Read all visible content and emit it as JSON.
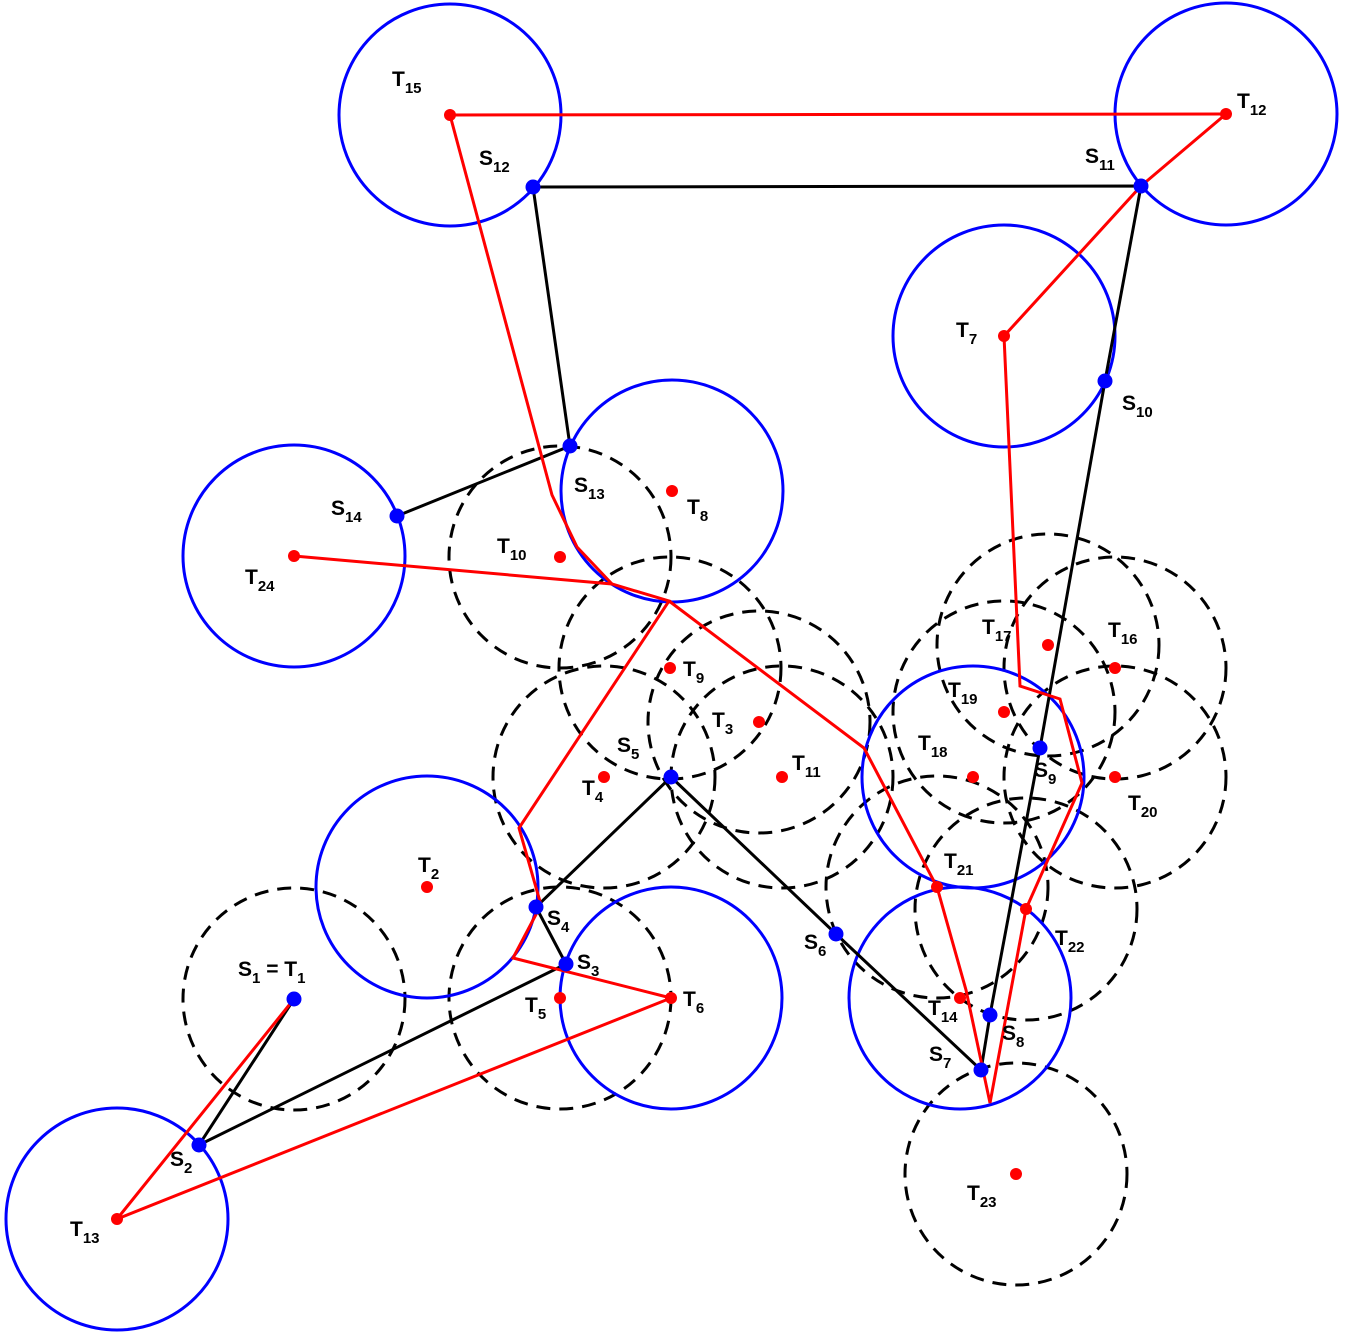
{
  "colors": {
    "target": "#ff0000",
    "sensor": "#0000ff",
    "black_path": "#000000",
    "red_path": "#ff0000",
    "solid_circle": "#0000ff",
    "dashed_circle": "#000000"
  },
  "targets": [
    {
      "id": "T1",
      "name": "T",
      "sub": "1"
    },
    {
      "id": "T2",
      "name": "T",
      "sub": "2"
    },
    {
      "id": "T3",
      "name": "T",
      "sub": "3"
    },
    {
      "id": "T4",
      "name": "T",
      "sub": "4"
    },
    {
      "id": "T5",
      "name": "T",
      "sub": "5"
    },
    {
      "id": "T6",
      "name": "T",
      "sub": "6"
    },
    {
      "id": "T7",
      "name": "T",
      "sub": "7"
    },
    {
      "id": "T8",
      "name": "T",
      "sub": "8"
    },
    {
      "id": "T9",
      "name": "T",
      "sub": "9"
    },
    {
      "id": "T10",
      "name": "T",
      "sub": "10"
    },
    {
      "id": "T11",
      "name": "T",
      "sub": "11"
    },
    {
      "id": "T12",
      "name": "T",
      "sub": "12"
    },
    {
      "id": "T13",
      "name": "T",
      "sub": "13"
    },
    {
      "id": "T14",
      "name": "T",
      "sub": "14"
    },
    {
      "id": "T15",
      "name": "T",
      "sub": "15"
    },
    {
      "id": "T16",
      "name": "T",
      "sub": "16"
    },
    {
      "id": "T17",
      "name": "T",
      "sub": "17"
    },
    {
      "id": "T18",
      "name": "T",
      "sub": "18"
    },
    {
      "id": "T19",
      "name": "T",
      "sub": "19"
    },
    {
      "id": "T20",
      "name": "T",
      "sub": "20"
    },
    {
      "id": "T21",
      "name": "T",
      "sub": "21"
    },
    {
      "id": "T22",
      "name": "T",
      "sub": "22"
    },
    {
      "id": "T23",
      "name": "T",
      "sub": "23"
    },
    {
      "id": "T24",
      "name": "T",
      "sub": "24"
    }
  ],
  "sensors": [
    {
      "id": "S1",
      "name": "S",
      "sub": "1",
      "combined_label": "S1 = T1"
    },
    {
      "id": "S2",
      "name": "S",
      "sub": "2"
    },
    {
      "id": "S3",
      "name": "S",
      "sub": "3"
    },
    {
      "id": "S4",
      "name": "S",
      "sub": "4"
    },
    {
      "id": "S5",
      "name": "S",
      "sub": "5"
    },
    {
      "id": "S6",
      "name": "S",
      "sub": "6"
    },
    {
      "id": "S7",
      "name": "S",
      "sub": "7"
    },
    {
      "id": "S8",
      "name": "S",
      "sub": "8"
    },
    {
      "id": "S9",
      "name": "S",
      "sub": "9"
    },
    {
      "id": "S10",
      "name": "S",
      "sub": "10"
    },
    {
      "id": "S11",
      "name": "S",
      "sub": "11"
    },
    {
      "id": "S12",
      "name": "S",
      "sub": "12"
    },
    {
      "id": "S13",
      "name": "S",
      "sub": "13"
    },
    {
      "id": "S14",
      "name": "S",
      "sub": "14"
    }
  ],
  "solid_circle_targets": [
    "T15",
    "T12",
    "T7",
    "T8",
    "T24",
    "T2",
    "T6",
    "T13",
    "T18",
    "T14"
  ],
  "dashed_circle_targets": [
    "T1",
    "T10",
    "T9",
    "T4",
    "T3",
    "T11",
    "T5",
    "T17",
    "T16",
    "T19",
    "T20",
    "T21",
    "T22",
    "T23"
  ],
  "black_path_order": [
    "S1",
    "S2",
    "S3",
    "S4",
    "S5",
    "S6",
    "S7",
    "S8",
    "S9",
    "S10",
    "S11",
    "S12",
    "S13",
    "S14"
  ],
  "red_path_order": [
    "T24",
    "T10",
    "T9",
    "T2",
    "T5",
    "T6",
    "T13",
    "T1"
  ]
}
